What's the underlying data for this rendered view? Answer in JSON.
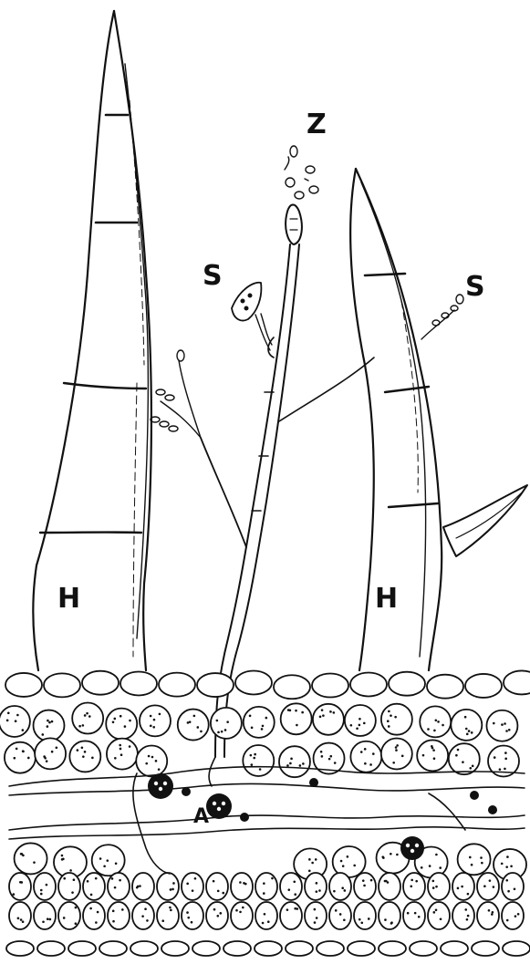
{
  "labels": {
    "hair_left": "H",
    "hair_right": "H",
    "sporangium_left": "S",
    "sporangium_right": "S",
    "zoospores": "Z",
    "haustoria": "A"
  },
  "colors": {
    "ink": "#111111",
    "paper": "#ffffff"
  }
}
